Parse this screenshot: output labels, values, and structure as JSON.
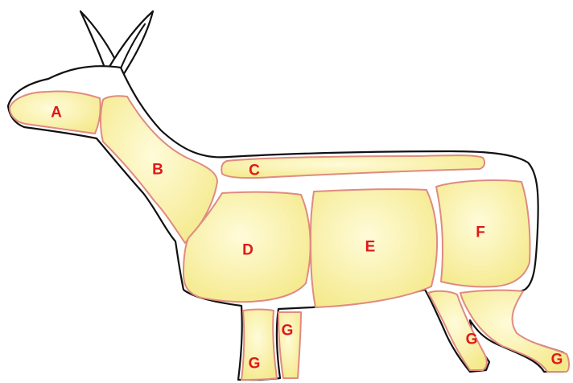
{
  "colors": {
    "region_fill_center": "#fffbd9",
    "region_fill_edge": "#f4e98a",
    "region_border": "#e08a82",
    "label": "#e01818",
    "outline": "#111111",
    "background": "#ffffff"
  },
  "cuts": [
    {
      "id": "A",
      "label": "A"
    },
    {
      "id": "B",
      "label": "B"
    },
    {
      "id": "C",
      "label": "C"
    },
    {
      "id": "D",
      "label": "D"
    },
    {
      "id": "E",
      "label": "E"
    },
    {
      "id": "F",
      "label": "F"
    },
    {
      "id": "G1",
      "label": "G"
    },
    {
      "id": "G2",
      "label": "G"
    },
    {
      "id": "G3",
      "label": "G"
    },
    {
      "id": "G4",
      "label": "G"
    }
  ]
}
